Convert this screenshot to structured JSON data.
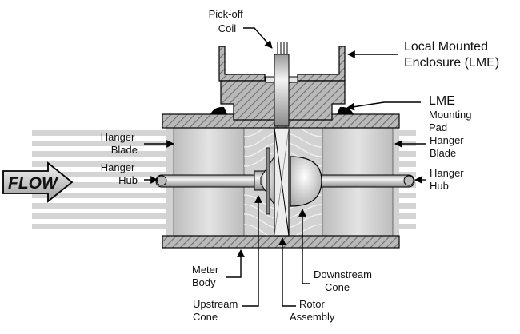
{
  "diagram": {
    "flow_label": "FLOW",
    "labels": {
      "pickoff_coil": [
        "Pick-off",
        "Coil"
      ],
      "lme": [
        "Local Mounted",
        "Enclosure (LME)"
      ],
      "lme_pad": [
        "LME",
        "Mounting",
        "Pad"
      ],
      "hanger_blade_left": [
        "Hanger",
        "Blade"
      ],
      "hanger_hub_left": [
        "Hanger",
        "Hub"
      ],
      "hanger_blade_right": [
        "Hanger",
        "Blade"
      ],
      "hanger_hub_right": [
        "Hanger",
        "Hub"
      ],
      "meter_body": [
        "Meter",
        "Body"
      ],
      "upstream_cone": [
        "Upstream",
        "Cone"
      ],
      "rotor_assembly": [
        "Rotor",
        "Assembly"
      ],
      "downstream_cone": [
        "Downstream",
        "Cone"
      ]
    },
    "colors": {
      "stripe": "#d4d4d4",
      "blade_fill": "#cfcfcf",
      "hatch": "#8f8f8f",
      "ink": "#000000"
    }
  }
}
